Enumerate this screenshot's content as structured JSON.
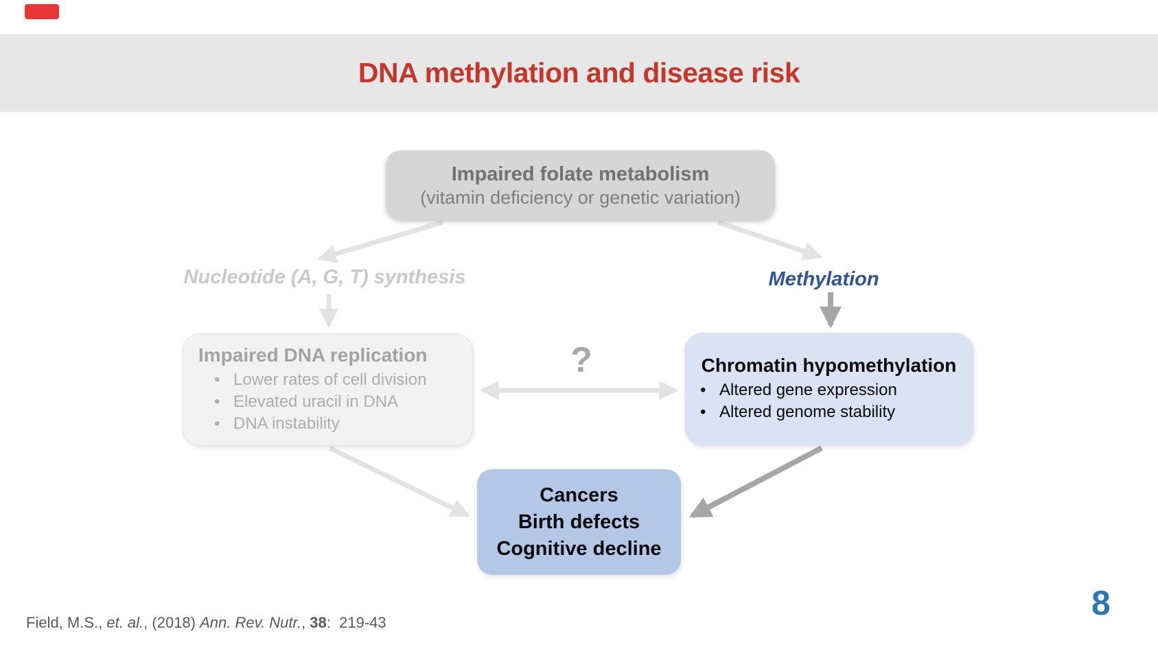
{
  "slide": {
    "title": "DNA methylation and disease risk",
    "page_number": "8"
  },
  "top_box": {
    "title": "Impaired folate metabolism",
    "subtitle": "(vitamin deficiency or genetic variation)"
  },
  "branch_labels": {
    "left": "Nucleotide (A, G, T) synthesis",
    "right": "Methylation"
  },
  "left_box": {
    "title": "Impaired DNA replication",
    "bullets": [
      "Lower rates of cell division",
      "Elevated uracil in DNA",
      "DNA instability"
    ]
  },
  "right_box": {
    "title": "Chromatin hypomethylation",
    "bullets": [
      "Altered gene expression",
      "Altered genome stability"
    ]
  },
  "uncertainty_marker": "?",
  "outcome_box": {
    "lines": [
      "Cancers",
      "Birth defects",
      "Cognitive decline"
    ]
  },
  "citation": {
    "normal1": "Field, M.S., ",
    "italic1": "et. al.",
    "normal2": ", (2018) ",
    "italic2": "Ann. Rev. Nutr.",
    "normal3": ", ",
    "bold1": "38",
    "normal4": ":  219-43"
  },
  "colors": {
    "title_red": "#c2382c",
    "band_gray": "#e7e7e7",
    "box_gray": "#d6d6d6",
    "box_light_gray": "#f2f2f2",
    "box_light_blue": "#dae3f3",
    "box_blue": "#b4c7e7",
    "accent_blue": "#2f5597",
    "page_blue": "#2e75b6",
    "arrow_light": "#e3e3e3",
    "arrow_dark": "#a6a6a6",
    "indicator_red": "#e53935"
  }
}
